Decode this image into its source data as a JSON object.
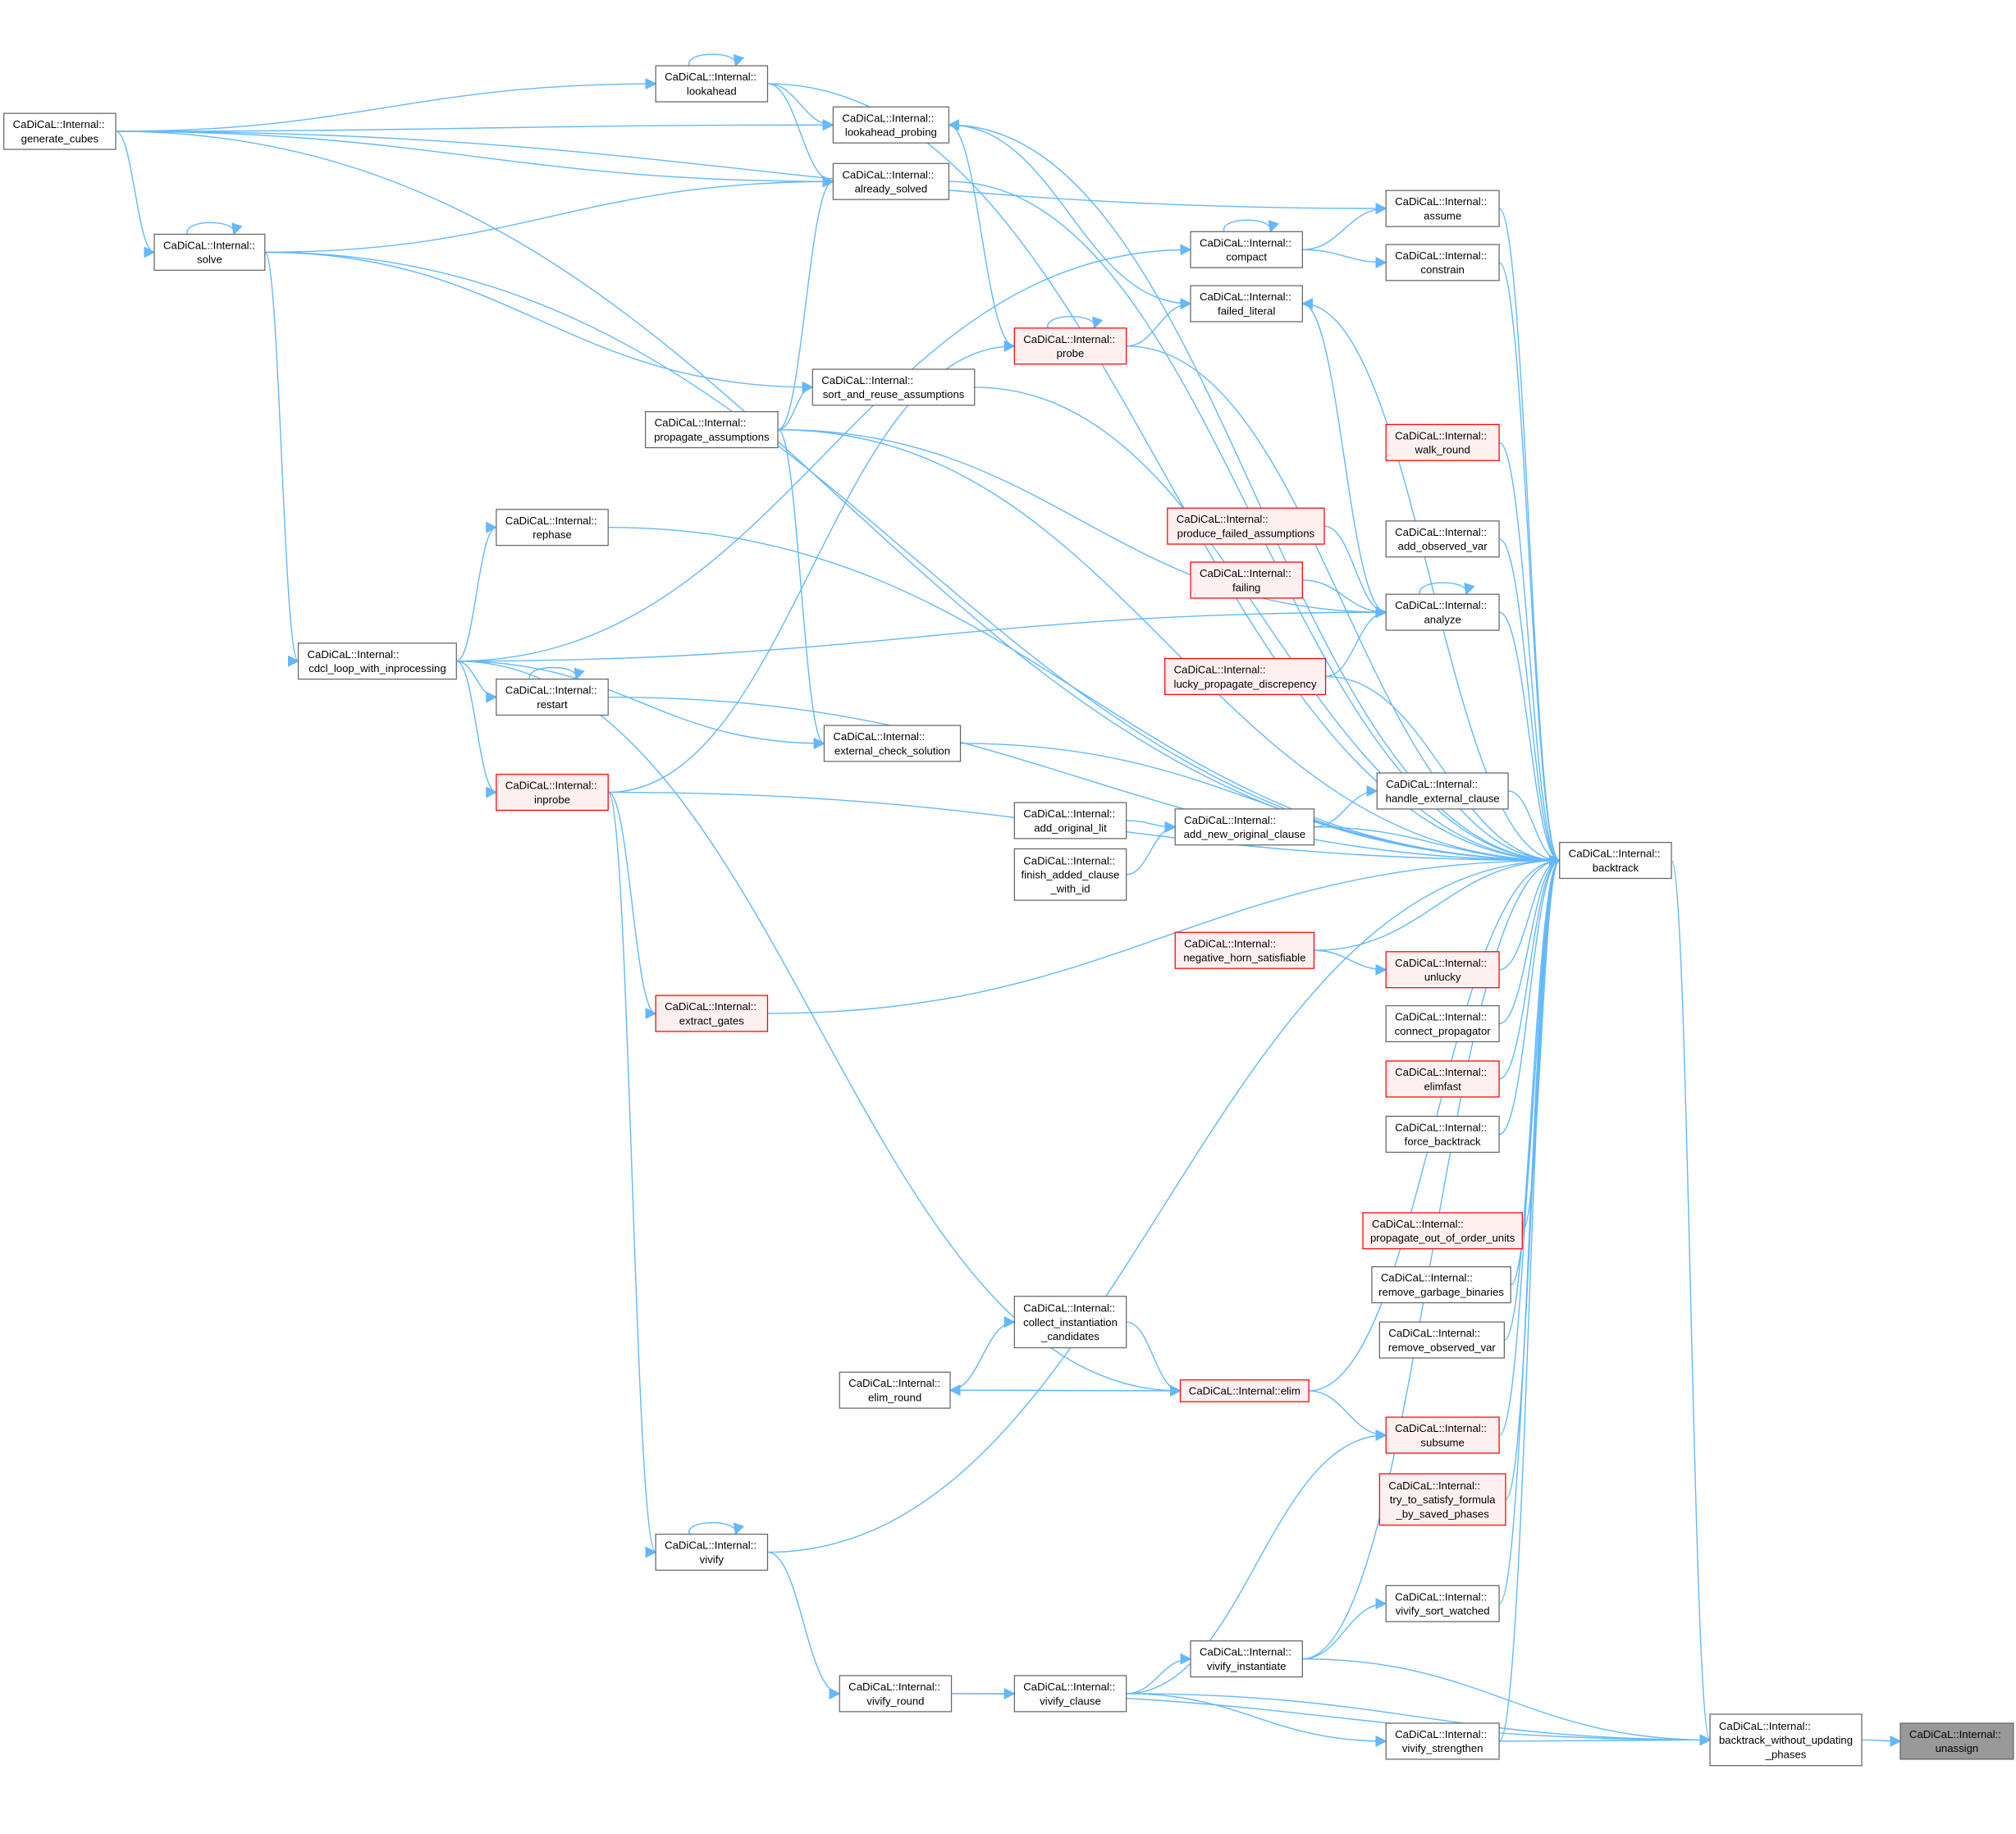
{
  "graph": {
    "edge_color": "#63b8ff",
    "red_border": "#ff0000",
    "nodes": {
      "generate_cubes": {
        "lines": [
          "CaDiCaL::Internal::",
          "generate_cubes"
        ]
      },
      "lookahead": {
        "lines": [
          "CaDiCaL::Internal::",
          "lookahead"
        ]
      },
      "lookahead_probing": {
        "lines": [
          "CaDiCaL::Internal::",
          "lookahead_probing"
        ]
      },
      "already_solved": {
        "lines": [
          "CaDiCaL::Internal::",
          "already_solved"
        ]
      },
      "solve": {
        "lines": [
          "CaDiCaL::Internal::",
          "solve"
        ]
      },
      "assume": {
        "lines": [
          "CaDiCaL::Internal::",
          "assume"
        ]
      },
      "compact": {
        "lines": [
          "CaDiCaL::Internal::",
          "compact"
        ]
      },
      "constrain": {
        "lines": [
          "CaDiCaL::Internal::",
          "constrain"
        ]
      },
      "failed_literal": {
        "lines": [
          "CaDiCaL::Internal::",
          "failed_literal"
        ]
      },
      "probe": {
        "lines": [
          "CaDiCaL::Internal::",
          "probe"
        ],
        "red": true
      },
      "sort_and_reuse_assumptions": {
        "lines": [
          "CaDiCaL::Internal::",
          "sort_and_reuse_assumptions"
        ]
      },
      "propagate_assumptions": {
        "lines": [
          "CaDiCaL::Internal::",
          "propagate_assumptions"
        ]
      },
      "walk_round": {
        "lines": [
          "CaDiCaL::Internal::",
          "walk_round"
        ],
        "red": true
      },
      "rephase": {
        "lines": [
          "CaDiCaL::Internal::",
          "rephase"
        ]
      },
      "produce_failed_assumptions": {
        "lines": [
          "CaDiCaL::Internal::",
          "produce_failed_assumptions"
        ],
        "red": true
      },
      "add_observed_var": {
        "lines": [
          "CaDiCaL::Internal::",
          "add_observed_var"
        ]
      },
      "failing": {
        "lines": [
          "CaDiCaL::Internal::",
          "failing"
        ],
        "red": true
      },
      "analyze": {
        "lines": [
          "CaDiCaL::Internal::",
          "analyze"
        ]
      },
      "cdcl_loop_with_inprocessing": {
        "lines": [
          "CaDiCaL::Internal::",
          "cdcl_loop_with_inprocessing"
        ]
      },
      "lucky_propagate_discrepency": {
        "lines": [
          "CaDiCaL::Internal::",
          "lucky_propagate_discrepency"
        ],
        "red": true
      },
      "restart": {
        "lines": [
          "CaDiCaL::Internal::",
          "restart"
        ]
      },
      "external_check_solution": {
        "lines": [
          "CaDiCaL::Internal::",
          "external_check_solution"
        ]
      },
      "inprobe": {
        "lines": [
          "CaDiCaL::Internal::",
          "inprobe"
        ],
        "red": true
      },
      "handle_external_clause": {
        "lines": [
          "CaDiCaL::Internal::",
          "handle_external_clause"
        ]
      },
      "add_original_lit": {
        "lines": [
          "CaDiCaL::Internal::",
          "add_original_lit"
        ]
      },
      "add_new_original_clause": {
        "lines": [
          "CaDiCaL::Internal::",
          "add_new_original_clause"
        ]
      },
      "backtrack": {
        "lines": [
          "CaDiCaL::Internal::",
          "backtrack"
        ]
      },
      "finish_added_clause_with_id": {
        "lines": [
          "CaDiCaL::Internal::",
          "finish_added_clause",
          "_with_id"
        ]
      },
      "negative_horn_satisfiable": {
        "lines": [
          "CaDiCaL::Internal::",
          "negative_horn_satisfiable"
        ],
        "red": true
      },
      "unlucky": {
        "lines": [
          "CaDiCaL::Internal::",
          "unlucky"
        ],
        "red": true
      },
      "extract_gates": {
        "lines": [
          "CaDiCaL::Internal::",
          "extract_gates"
        ],
        "red": true
      },
      "connect_propagator": {
        "lines": [
          "CaDiCaL::Internal::",
          "connect_propagator"
        ]
      },
      "elimfast": {
        "lines": [
          "CaDiCaL::Internal::",
          "elimfast"
        ],
        "red": true
      },
      "force_backtrack": {
        "lines": [
          "CaDiCaL::Internal::",
          "force_backtrack"
        ]
      },
      "propagate_out_of_order_units": {
        "lines": [
          "CaDiCaL::Internal::",
          "propagate_out_of_order_units"
        ],
        "red": true
      },
      "remove_garbage_binaries": {
        "lines": [
          "CaDiCaL::Internal::",
          "remove_garbage_binaries"
        ]
      },
      "collect_instantiation_candidates": {
        "lines": [
          "CaDiCaL::Internal::",
          "collect_instantiation",
          "_candidates"
        ]
      },
      "remove_observed_var": {
        "lines": [
          "CaDiCaL::Internal::",
          "remove_observed_var"
        ]
      },
      "elim_round": {
        "lines": [
          "CaDiCaL::Internal::",
          "elim_round"
        ]
      },
      "elim": {
        "lines": [
          "CaDiCaL::Internal::elim"
        ],
        "red": true
      },
      "subsume": {
        "lines": [
          "CaDiCaL::Internal::",
          "subsume"
        ],
        "red": true
      },
      "try_to_satisfy_formula_by_saved_phases": {
        "lines": [
          "CaDiCaL::Internal::",
          "try_to_satisfy_formula",
          "_by_saved_phases"
        ],
        "red": true
      },
      "vivify": {
        "lines": [
          "CaDiCaL::Internal::",
          "vivify"
        ]
      },
      "vivify_sort_watched": {
        "lines": [
          "CaDiCaL::Internal::",
          "vivify_sort_watched"
        ]
      },
      "vivify_instantiate": {
        "lines": [
          "CaDiCaL::Internal::",
          "vivify_instantiate"
        ]
      },
      "vivify_round": {
        "lines": [
          "CaDiCaL::Internal::",
          "vivify_round"
        ]
      },
      "vivify_clause": {
        "lines": [
          "CaDiCaL::Internal::",
          "vivify_clause"
        ]
      },
      "vivify_strengthen": {
        "lines": [
          "CaDiCaL::Internal::",
          "vivify_strengthen"
        ]
      },
      "backtrack_without_updating_phases": {
        "lines": [
          "CaDiCaL::Internal::",
          "backtrack_without_updating",
          "_phases"
        ]
      },
      "unassign": {
        "lines": [
          "CaDiCaL::Internal::",
          "unassign"
        ],
        "root": true
      }
    },
    "edges": [
      [
        "backtrack_without_updating_phases",
        "unassign"
      ],
      [
        "backtrack",
        "backtrack_without_updating_phases"
      ],
      [
        "vivify_instantiate",
        "backtrack_without_updating_phases"
      ],
      [
        "vivify_strengthen",
        "backtrack_without_updating_phases"
      ],
      [
        "vivify_clause",
        "backtrack_without_updating_phases"
      ],
      [
        "vivify_round",
        "backtrack_without_updating_phases"
      ],
      [
        "generate_cubes",
        "backtrack"
      ],
      [
        "lookahead",
        "backtrack"
      ],
      [
        "lookahead_probing",
        "backtrack"
      ],
      [
        "already_solved",
        "backtrack"
      ],
      [
        "solve",
        "backtrack"
      ],
      [
        "assume",
        "backtrack"
      ],
      [
        "constrain",
        "backtrack"
      ],
      [
        "failed_literal",
        "backtrack"
      ],
      [
        "probe",
        "backtrack"
      ],
      [
        "sort_and_reuse_assumptions",
        "backtrack"
      ],
      [
        "propagate_assumptions",
        "backtrack"
      ],
      [
        "walk_round",
        "backtrack"
      ],
      [
        "rephase",
        "backtrack"
      ],
      [
        "add_observed_var",
        "backtrack"
      ],
      [
        "analyze",
        "backtrack"
      ],
      [
        "lucky_propagate_discrepency",
        "backtrack"
      ],
      [
        "restart",
        "backtrack"
      ],
      [
        "inprobe",
        "backtrack"
      ],
      [
        "handle_external_clause",
        "backtrack"
      ],
      [
        "add_new_original_clause",
        "backtrack"
      ],
      [
        "external_check_solution",
        "backtrack"
      ],
      [
        "negative_horn_satisfiable",
        "backtrack"
      ],
      [
        "unlucky",
        "backtrack"
      ],
      [
        "connect_propagator",
        "backtrack"
      ],
      [
        "elimfast",
        "backtrack"
      ],
      [
        "force_backtrack",
        "backtrack"
      ],
      [
        "extract_gates",
        "backtrack"
      ],
      [
        "propagate_out_of_order_units",
        "backtrack"
      ],
      [
        "remove_garbage_binaries",
        "backtrack"
      ],
      [
        "remove_observed_var",
        "backtrack"
      ],
      [
        "elim",
        "backtrack"
      ],
      [
        "subsume",
        "backtrack"
      ],
      [
        "try_to_satisfy_formula_by_saved_phases",
        "backtrack"
      ],
      [
        "vivify",
        "backtrack"
      ],
      [
        "vivify_sort_watched",
        "backtrack"
      ],
      [
        "vivify_instantiate",
        "backtrack"
      ],
      [
        "vivify_strengthen",
        "backtrack"
      ],
      [
        "generate_cubes",
        "lookahead"
      ],
      [
        "generate_cubes",
        "lookahead_probing"
      ],
      [
        "generate_cubes",
        "already_solved"
      ],
      [
        "generate_cubes",
        "solve"
      ],
      [
        "generate_cubes",
        "assume"
      ],
      [
        "lookahead",
        "lookahead"
      ],
      [
        "lookahead",
        "lookahead_probing"
      ],
      [
        "lookahead",
        "already_solved"
      ],
      [
        "solve",
        "solve"
      ],
      [
        "solve",
        "already_solved"
      ],
      [
        "solve",
        "sort_and_reuse_assumptions"
      ],
      [
        "solve",
        "cdcl_loop_with_inprocessing"
      ],
      [
        "lookahead_probing",
        "failed_literal"
      ],
      [
        "probe",
        "lookahead_probing"
      ],
      [
        "propagate_assumptions",
        "already_solved"
      ],
      [
        "compact",
        "assume"
      ],
      [
        "compact",
        "constrain"
      ],
      [
        "compact",
        "compact"
      ],
      [
        "cdcl_loop_with_inprocessing",
        "compact"
      ],
      [
        "probe",
        "failed_literal"
      ],
      [
        "probe",
        "probe"
      ],
      [
        "inprobe",
        "probe"
      ],
      [
        "analyze",
        "failed_literal"
      ],
      [
        "propagate_assumptions",
        "sort_and_reuse_assumptions"
      ],
      [
        "propagate_assumptions",
        "analyze"
      ],
      [
        "propagate_assumptions",
        "external_check_solution"
      ],
      [
        "cdcl_loop_with_inprocessing",
        "rephase"
      ],
      [
        "produce_failed_assumptions",
        "analyze"
      ],
      [
        "failing",
        "analyze"
      ],
      [
        "analyze",
        "analyze"
      ],
      [
        "lucky_propagate_discrepency",
        "analyze"
      ],
      [
        "cdcl_loop_with_inprocessing",
        "analyze"
      ],
      [
        "cdcl_loop_with_inprocessing",
        "restart"
      ],
      [
        "restart",
        "restart"
      ],
      [
        "cdcl_loop_with_inprocessing",
        "inprobe"
      ],
      [
        "cdcl_loop_with_inprocessing",
        "external_check_solution"
      ],
      [
        "cdcl_loop_with_inprocessing",
        "elim"
      ],
      [
        "inprobe",
        "extract_gates"
      ],
      [
        "inprobe",
        "vivify"
      ],
      [
        "add_original_lit",
        "add_new_original_clause"
      ],
      [
        "finish_added_clause_with_id",
        "add_new_original_clause"
      ],
      [
        "add_new_original_clause",
        "handle_external_clause"
      ],
      [
        "negative_horn_satisfiable",
        "unlucky"
      ],
      [
        "elim_round",
        "collect_instantiation_candidates"
      ],
      [
        "collect_instantiation_candidates",
        "elim"
      ],
      [
        "elim",
        "elim_round"
      ],
      [
        "elim_round",
        "elim"
      ],
      [
        "elim",
        "subsume"
      ],
      [
        "vivify_clause",
        "subsume"
      ],
      [
        "vivify",
        "vivify"
      ],
      [
        "vivify",
        "vivify_round"
      ],
      [
        "vivify_round",
        "vivify_clause"
      ],
      [
        "vivify_clause",
        "vivify_instantiate"
      ],
      [
        "vivify_instantiate",
        "vivify_sort_watched"
      ],
      [
        "vivify_clause",
        "vivify_strengthen"
      ]
    ]
  }
}
